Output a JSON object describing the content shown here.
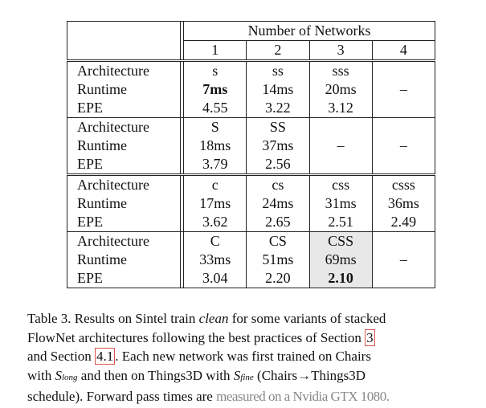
{
  "table": {
    "header_title": "Number of Networks",
    "column_numbers": [
      "1",
      "2",
      "3",
      "4"
    ],
    "groups": [
      {
        "rows": [
          {
            "label": "Architecture",
            "cells": [
              "s",
              "ss",
              "sss",
              ""
            ]
          },
          {
            "label": "Runtime",
            "cells": [
              "7ms",
              "14ms",
              "20ms",
              "–"
            ]
          },
          {
            "label": "EPE",
            "cells": [
              "4.55",
              "3.22",
              "3.12",
              ""
            ]
          }
        ]
      },
      {
        "rows": [
          {
            "label": "Architecture",
            "cells": [
              "S",
              "SS",
              "",
              ""
            ]
          },
          {
            "label": "Runtime",
            "cells": [
              "18ms",
              "37ms",
              "–",
              "–"
            ]
          },
          {
            "label": "EPE",
            "cells": [
              "3.79",
              "2.56",
              "",
              ""
            ]
          }
        ]
      },
      {
        "rows": [
          {
            "label": "Architecture",
            "cells": [
              "c",
              "cs",
              "css",
              "csss"
            ]
          },
          {
            "label": "Runtime",
            "cells": [
              "17ms",
              "24ms",
              "31ms",
              "36ms"
            ]
          },
          {
            "label": "EPE",
            "cells": [
              "3.62",
              "2.65",
              "2.51",
              "2.49"
            ]
          }
        ]
      },
      {
        "rows": [
          {
            "label": "Architecture",
            "cells": [
              "C",
              "CS",
              "CSS",
              ""
            ]
          },
          {
            "label": "Runtime",
            "cells": [
              "33ms",
              "51ms",
              "69ms",
              "–"
            ]
          },
          {
            "label": "EPE",
            "cells": [
              "3.04",
              "2.20",
              "2.10",
              ""
            ]
          }
        ]
      }
    ]
  },
  "caption": {
    "l1_a": "Table 3. Results on Sintel train ",
    "l1_em": "clean",
    "l1_b": " for some variants of stacked",
    "l2_a": "FlowNet architectures following the best practices of Section ",
    "l2_ref": "3",
    "l3_a": "and Section ",
    "l3_ref": "4.1",
    "l3_b": ". Each new network was first trained on Chairs",
    "l4_a": "with ",
    "l4_s1": "S",
    "l4_sub1": "long",
    "l4_b": " and then on Things3D with ",
    "l4_s2": "S",
    "l4_sub2": "fine",
    "l4_c": " (Chairs→Things3D",
    "l5_a": "schedule). Forward pass times are ",
    "l5_faded": "measured on a Nvidia GTX 1080."
  }
}
